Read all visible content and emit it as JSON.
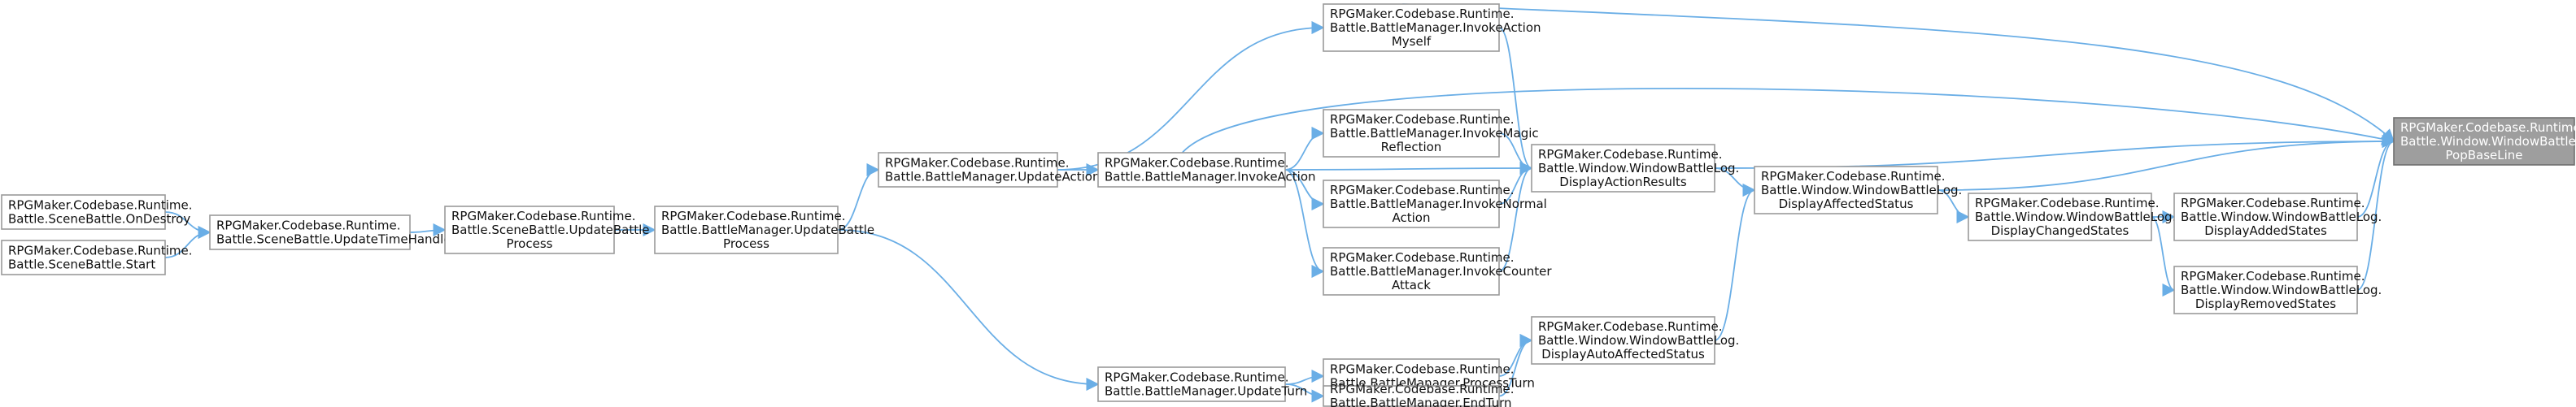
{
  "diagram": {
    "nodes": [
      {
        "id": "n_ondestroy",
        "lines": [
          "RPGMaker.Codebase.Runtime.",
          "Battle.SceneBattle.OnDestroy"
        ]
      },
      {
        "id": "n_start",
        "lines": [
          "RPGMaker.Codebase.Runtime.",
          "Battle.SceneBattle.Start"
        ]
      },
      {
        "id": "n_updatetime",
        "lines": [
          "RPGMaker.Codebase.Runtime.",
          "Battle.SceneBattle.UpdateTimeHandler"
        ]
      },
      {
        "id": "n_scene_updatebattle",
        "lines": [
          "RPGMaker.Codebase.Runtime.",
          "Battle.SceneBattle.UpdateBattle",
          "Process"
        ]
      },
      {
        "id": "n_bm_updatebattle",
        "lines": [
          "RPGMaker.Codebase.Runtime.",
          "Battle.BattleManager.UpdateBattle",
          "Process"
        ]
      },
      {
        "id": "n_updateaction",
        "lines": [
          "RPGMaker.Codebase.Runtime.",
          "Battle.BattleManager.UpdateAction"
        ]
      },
      {
        "id": "n_updateturn",
        "lines": [
          "RPGMaker.Codebase.Runtime.",
          "Battle.BattleManager.UpdateTurn"
        ]
      },
      {
        "id": "n_invokeaction",
        "lines": [
          "RPGMaker.Codebase.Runtime.",
          "Battle.BattleManager.InvokeAction"
        ]
      },
      {
        "id": "n_invokeactionmyself",
        "lines": [
          "RPGMaker.Codebase.Runtime.",
          "Battle.BattleManager.InvokeAction",
          "Myself"
        ]
      },
      {
        "id": "n_invokemagic",
        "lines": [
          "RPGMaker.Codebase.Runtime.",
          "Battle.BattleManager.InvokeMagic",
          "Reflection"
        ]
      },
      {
        "id": "n_invokenormal",
        "lines": [
          "RPGMaker.Codebase.Runtime.",
          "Battle.BattleManager.InvokeNormal",
          "Action"
        ]
      },
      {
        "id": "n_invokecounter",
        "lines": [
          "RPGMaker.Codebase.Runtime.",
          "Battle.BattleManager.InvokeCounter",
          "Attack"
        ]
      },
      {
        "id": "n_processturn",
        "lines": [
          "RPGMaker.Codebase.Runtime.",
          "Battle.BattleManager.ProcessTurn"
        ]
      },
      {
        "id": "n_endturn",
        "lines": [
          "RPGMaker.Codebase.Runtime.",
          "Battle.BattleManager.EndTurn"
        ]
      },
      {
        "id": "n_displayactionresults",
        "lines": [
          "RPGMaker.Codebase.Runtime.",
          "Battle.Window.WindowBattleLog.",
          "DisplayActionResults"
        ]
      },
      {
        "id": "n_displayautoaffected",
        "lines": [
          "RPGMaker.Codebase.Runtime.",
          "Battle.Window.WindowBattleLog.",
          "DisplayAutoAffectedStatus"
        ]
      },
      {
        "id": "n_displayaffected",
        "lines": [
          "RPGMaker.Codebase.Runtime.",
          "Battle.Window.WindowBattleLog.",
          "DisplayAffectedStatus"
        ]
      },
      {
        "id": "n_displaychanged",
        "lines": [
          "RPGMaker.Codebase.Runtime.",
          "Battle.Window.WindowBattleLog.",
          "DisplayChangedStates"
        ]
      },
      {
        "id": "n_displayadded",
        "lines": [
          "RPGMaker.Codebase.Runtime.",
          "Battle.Window.WindowBattleLog.",
          "DisplayAddedStates"
        ]
      },
      {
        "id": "n_displayremoved",
        "lines": [
          "RPGMaker.Codebase.Runtime.",
          "Battle.Window.WindowBattleLog.",
          "DisplayRemovedStates"
        ]
      },
      {
        "id": "n_popbaseline",
        "lines": [
          "RPGMaker.Codebase.Runtime.",
          "Battle.Window.WindowBattleLog.",
          "PopBaseLine"
        ],
        "focus": true
      }
    ],
    "edges": [
      [
        "n_ondestroy",
        "n_updatetime"
      ],
      [
        "n_start",
        "n_updatetime"
      ],
      [
        "n_updatetime",
        "n_scene_updatebattle"
      ],
      [
        "n_scene_updatebattle",
        "n_bm_updatebattle"
      ],
      [
        "n_bm_updatebattle",
        "n_updateaction"
      ],
      [
        "n_bm_updatebattle",
        "n_updateturn"
      ],
      [
        "n_updateaction",
        "n_invokeaction"
      ],
      [
        "n_updateaction",
        "n_invokeactionmyself"
      ],
      [
        "n_invokeaction",
        "n_invokemagic"
      ],
      [
        "n_invokeaction",
        "n_invokenormal"
      ],
      [
        "n_invokeaction",
        "n_invokecounter"
      ],
      [
        "n_invokeaction",
        "n_displayactionresults"
      ],
      [
        "n_invokeaction",
        "n_popbaseline"
      ],
      [
        "n_invokeactionmyself",
        "n_displayactionresults"
      ],
      [
        "n_invokeactionmyself",
        "n_popbaseline"
      ],
      [
        "n_invokemagic",
        "n_displayactionresults"
      ],
      [
        "n_invokenormal",
        "n_displayactionresults"
      ],
      [
        "n_invokecounter",
        "n_displayactionresults"
      ],
      [
        "n_updateturn",
        "n_processturn"
      ],
      [
        "n_updateturn",
        "n_endturn"
      ],
      [
        "n_processturn",
        "n_displayautoaffected"
      ],
      [
        "n_endturn",
        "n_displayautoaffected"
      ],
      [
        "n_displayactionresults",
        "n_displayaffected"
      ],
      [
        "n_displayactionresults",
        "n_popbaseline"
      ],
      [
        "n_displayautoaffected",
        "n_displayaffected"
      ],
      [
        "n_displayaffected",
        "n_displaychanged"
      ],
      [
        "n_displayaffected",
        "n_popbaseline"
      ],
      [
        "n_displaychanged",
        "n_displayadded"
      ],
      [
        "n_displaychanged",
        "n_displayremoved"
      ],
      [
        "n_displayadded",
        "n_popbaseline"
      ],
      [
        "n_displayremoved",
        "n_popbaseline"
      ]
    ]
  }
}
